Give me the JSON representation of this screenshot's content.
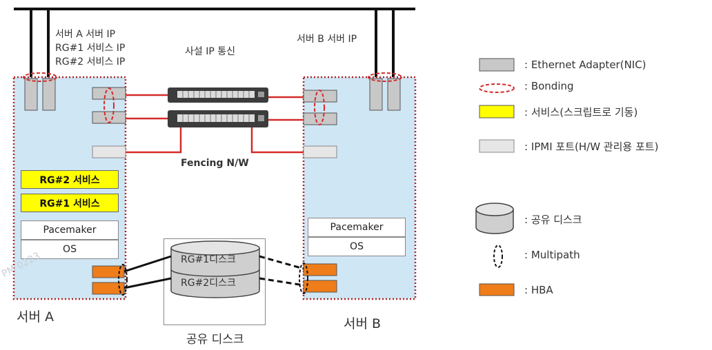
{
  "top_labels": {
    "server_a_ips": [
      "서버 A 서버 IP",
      "RG#1 서비스 IP",
      "RG#2 서비스 IP"
    ],
    "private_ip": "사설 IP 통신",
    "server_b_ip": "서버 B 서버 IP"
  },
  "fencing_label": "Fencing N/W",
  "server_a": {
    "label": "서버 A",
    "services": [
      "RG#2 서비스",
      "RG#1 서비스"
    ],
    "stack": [
      "Pacemaker",
      "OS"
    ]
  },
  "server_b": {
    "label": "서버 B",
    "stack": [
      "Pacemaker",
      "OS"
    ]
  },
  "shared_disk": {
    "label": "공유 디스크",
    "disks": [
      "RG#1디스크",
      "RG#2디스크"
    ]
  },
  "legend": {
    "nic": ": Ethernet Adapter(NIC)",
    "bonding": ": Bonding",
    "service": ": 서비스(스크립트로 기동)",
    "ipmi": ": IPMI 포트(H/W 관리용 포트)",
    "shared_disk": ": 공유 디스크",
    "multipath": ": Multipath",
    "hba": ": HBA"
  },
  "watermark": "PM 0223",
  "colors": {
    "server_bg": "#cfe6f5",
    "server_border": "#b22222",
    "service": "#ffff00",
    "hba": "#ef7d1a",
    "nic": "#c8c8c8",
    "ipmi": "#e6e6e6",
    "link": "#d42a2a"
  }
}
